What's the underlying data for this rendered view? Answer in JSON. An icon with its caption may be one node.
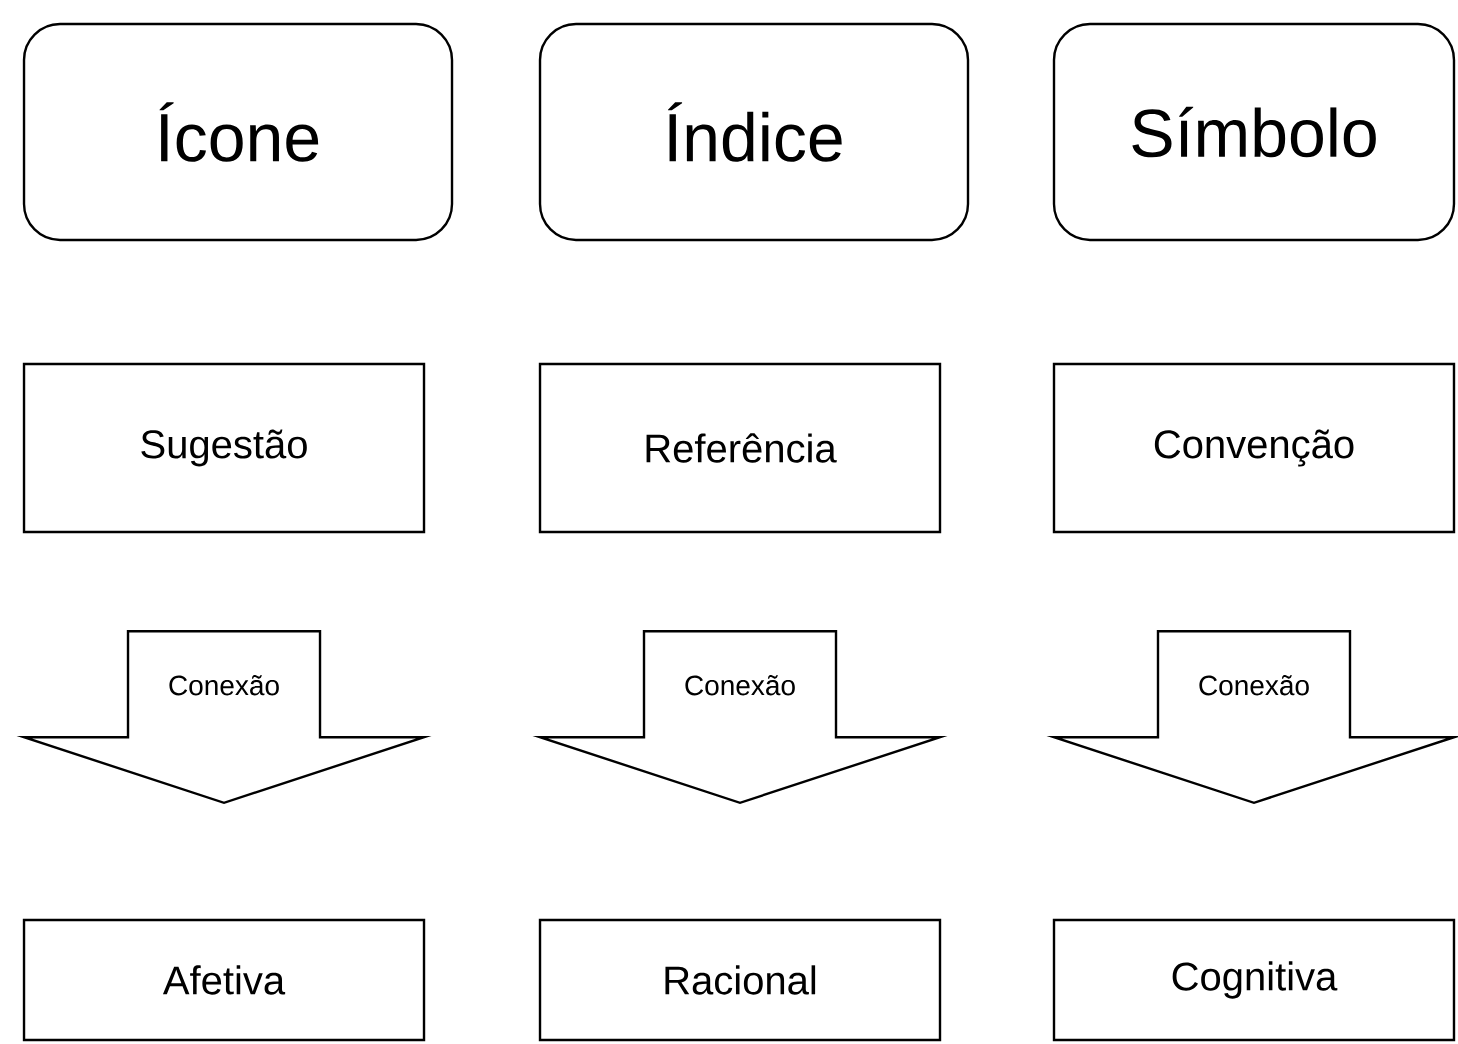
{
  "diagram": {
    "nodes": [
      {
        "text": [
          "Ícone"
        ]
      },
      {
        "text": [
          "Índice"
        ]
      },
      {
        "text": [
          "Símbolo"
        ]
      },
      {
        "text": [
          "Sugestão"
        ]
      },
      {
        "text": [
          "Referência"
        ]
      },
      {
        "text": [
          "Convenção"
        ]
      },
      {
        "text": [
          "Afetiva"
        ]
      },
      {
        "text": [
          "Racional"
        ]
      },
      {
        "text": [
          "Cognitiva"
        ]
      }
    ],
    "edges": [
      {
        "from": 3,
        "to": 6,
        "arrow": "to",
        "label": "Conexão"
      },
      {
        "from": 4,
        "to": 7,
        "arrow": "to",
        "label": "Conexão"
      },
      {
        "from": 5,
        "to": 8,
        "arrow": "to",
        "label": "Conexão"
      }
    ]
  }
}
